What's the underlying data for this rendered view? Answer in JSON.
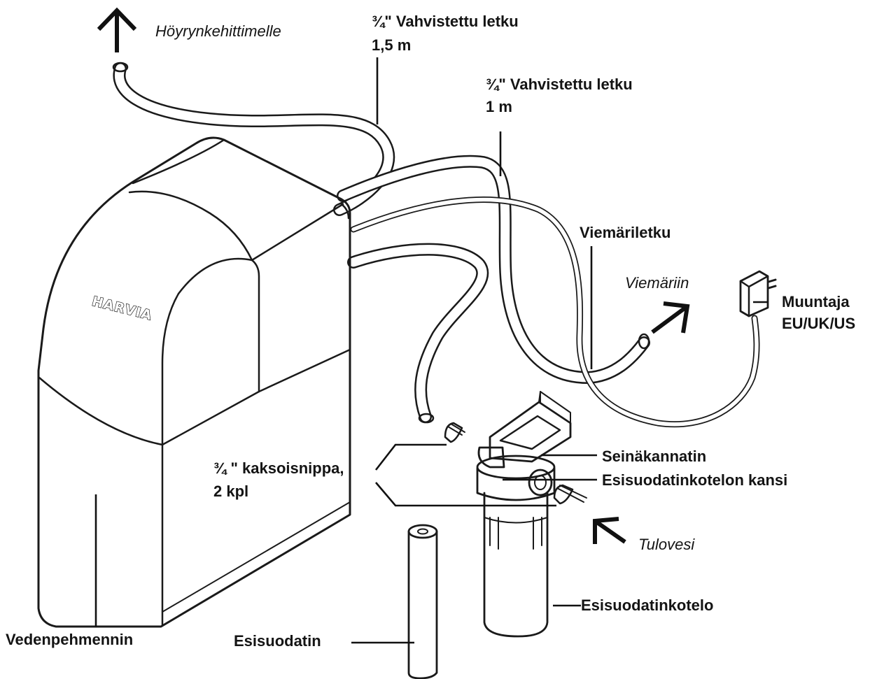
{
  "labels": {
    "steam_outlet": "Höyrynkehittimelle",
    "hose_15_line1": "¾\" Vahvistettu letku",
    "hose_15_line2": "1,5 m",
    "hose_1_line1": "¾\" Vahvistettu letku",
    "hose_1_line2": "1 m",
    "drain_hose": "Viemäriletku",
    "to_drain": "Viemäriin",
    "adapter_line1": "Muuntaja",
    "adapter_line2": "EU/UK/US",
    "nipple_line1": "¾ \" kaksoisnippa,",
    "nipple_line2": "2 kpl",
    "wall_bracket": "Seinäkannatin",
    "housing_cover": "Esisuodatinkotelon kansi",
    "inlet_water": "Tulovesi",
    "housing": "Esisuodatinkotelo",
    "softener": "Vedenpehmennin",
    "prefilter": "Esisuodatin",
    "brand": "HARVIA"
  },
  "colors": {
    "ink": "#1a1a1a",
    "background": "#ffffff"
  }
}
